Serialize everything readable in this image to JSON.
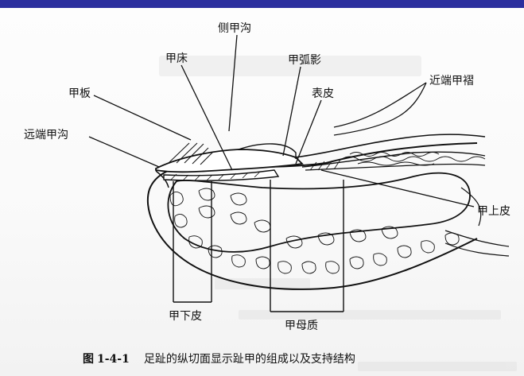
{
  "figure": {
    "caption_prefix": "图",
    "caption_number": "1-4-1",
    "caption_text": "足趾的纵切面显示趾甲的组成以及支持结构"
  },
  "labels": {
    "lateral_nail_groove": "侧甲沟",
    "nail_bed": "甲床",
    "lunula": "甲弧影",
    "proximal_nail_fold": "近端甲褶",
    "nail_plate": "甲板",
    "cuticle": "表皮",
    "distal_nail_groove": "远端甲沟",
    "eponychium": "甲上皮",
    "hyponychium": "甲下皮",
    "nail_matrix": "甲母质"
  },
  "colors": {
    "top_bar": "#2b2f9e",
    "ink": "#111111"
  }
}
